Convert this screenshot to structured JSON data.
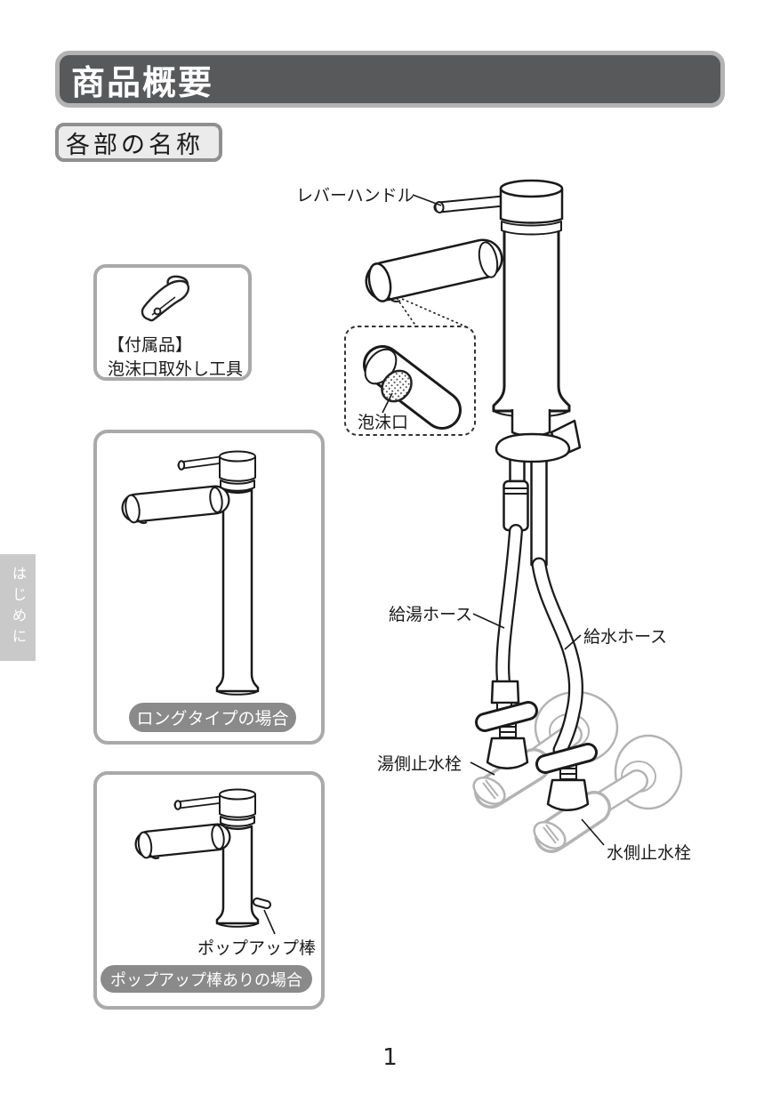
{
  "header": {
    "title": "商品概要"
  },
  "section": {
    "title": "各部の名称"
  },
  "sidebar": {
    "tab": "はじめに"
  },
  "accessory": {
    "heading": "【付属品】",
    "item": "泡沫口取外し工具",
    "icon": "aerator-removal-tool-icon"
  },
  "diagram": {
    "lever": "レバーハンドル",
    "aerator": "泡沫口",
    "hot_hose": "給湯ホース",
    "cold_hose": "給水ホース",
    "hot_valve": "湯側止水栓",
    "cold_valve": "水側止水栓"
  },
  "long_box": {
    "caption": "ロングタイプの場合"
  },
  "popup_box": {
    "rod_label": "ポップアップ棒",
    "caption": "ポップアップ棒ありの場合"
  },
  "page": {
    "number": "1"
  },
  "colors": {
    "header_bg": "#58595b",
    "header_border": "#b3b3b3",
    "box_border": "#a9a9a9",
    "pill_bg": "#8a8a8a",
    "tab_bg": "#c9c9c9",
    "existing_plumbing_gray": "#b3b3b3",
    "line_art": "#1a1a1a"
  }
}
